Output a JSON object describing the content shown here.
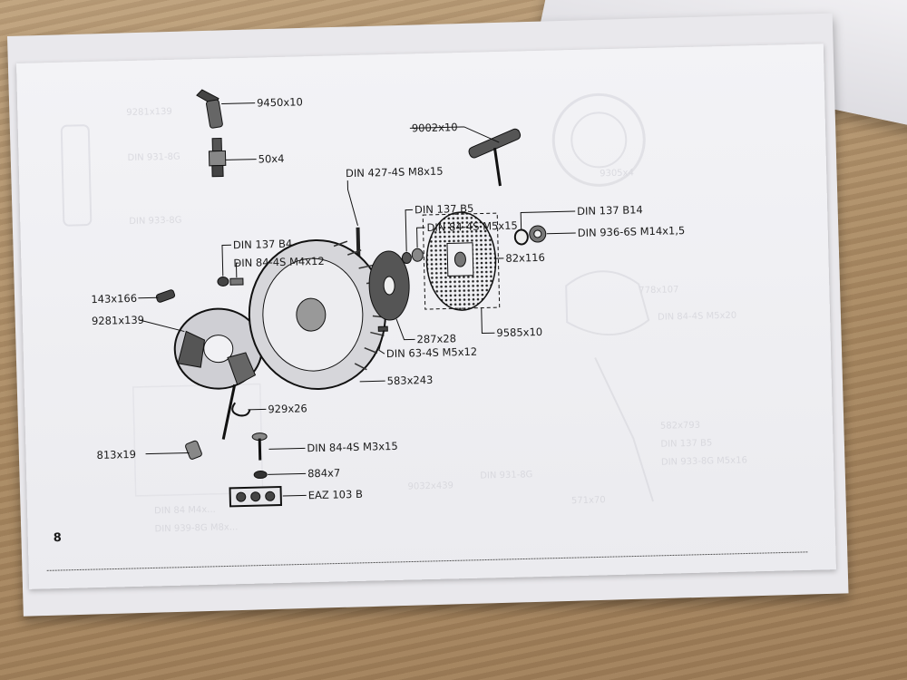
{
  "page_number": "8",
  "callouts": [
    {
      "id": "spark-cap",
      "label": "9450x10"
    },
    {
      "id": "spark-plug",
      "label": "50x4"
    },
    {
      "id": "t-wrench",
      "label": "9002x10"
    },
    {
      "id": "screw-m8",
      "label": "DIN 427-4S  M8x15"
    },
    {
      "id": "washer-b5",
      "label": "DIN 137  B5"
    },
    {
      "id": "nut-m5",
      "label": "DIN 84-4S  M5x15"
    },
    {
      "id": "washer-b14",
      "label": "DIN 137  B14"
    },
    {
      "id": "nut-m14",
      "label": "DIN 936-6S M14x1,5"
    },
    {
      "id": "washer-b4",
      "label": "DIN 137  B4"
    },
    {
      "id": "screw-m4",
      "label": "DIN 84-4S  M4x12"
    },
    {
      "id": "pin",
      "label": "143x166"
    },
    {
      "id": "stator",
      "label": "9281x139"
    },
    {
      "id": "hub",
      "label": "82x116"
    },
    {
      "id": "disc",
      "label": "287x28"
    },
    {
      "id": "fan-plate",
      "label": "9585x10"
    },
    {
      "id": "screw-m5x12",
      "label": "DIN 63-4S M5x12"
    },
    {
      "id": "flywheel",
      "label": "583x243"
    },
    {
      "id": "clip",
      "label": "929x26"
    },
    {
      "id": "screw-813",
      "label": "813x19"
    },
    {
      "id": "screw-m3",
      "label": "DIN 84-4S  M3x15"
    },
    {
      "id": "washer-884",
      "label": "884x7"
    },
    {
      "id": "terminal",
      "label": "EAZ 103 B"
    }
  ]
}
